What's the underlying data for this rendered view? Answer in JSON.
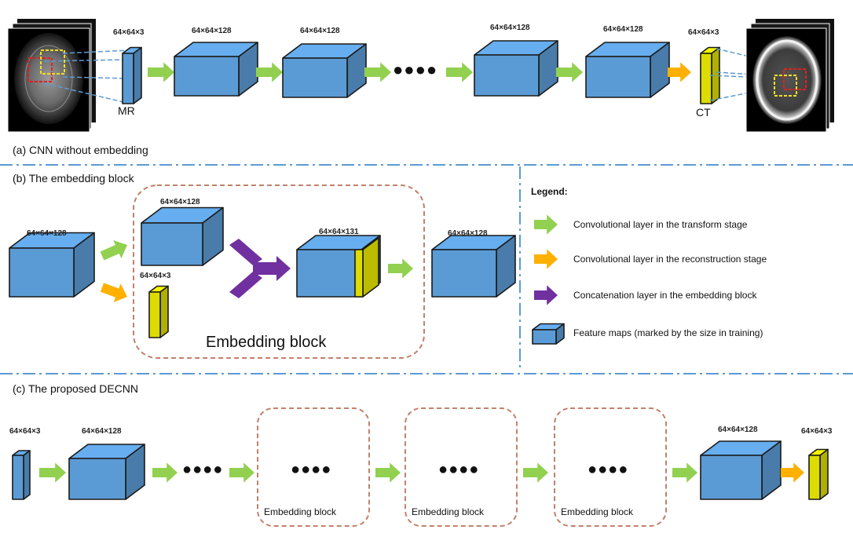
{
  "sections": {
    "a_title": "(a) CNN without embedding",
    "b_title": "(b) The embedding block",
    "c_title": "(c) The proposed DECNN"
  },
  "modalities": {
    "input": "MR",
    "output": "CT"
  },
  "sizes": {
    "s3": "64×64×3",
    "s128": "64×64×128",
    "s131": "64×64×131"
  },
  "embedding_block_label": "Embedding block",
  "ellipsis": "●●●●",
  "legend": {
    "title": "Legend:",
    "items": [
      {
        "icon": "green-arrow-icon",
        "color": "#92D050",
        "label": "Convolutional layer in the transform stage"
      },
      {
        "icon": "orange-arrow-icon",
        "color": "#FFB000",
        "label": "Convolutional layer in the reconstruction stage"
      },
      {
        "icon": "purple-arrow-icon",
        "color": "#7030A0",
        "label": "Concatenation layer in the embedding block"
      },
      {
        "icon": "cube-icon",
        "color": "#5B9BD5",
        "label": "Feature maps (marked by the size in training)"
      }
    ]
  },
  "colors": {
    "feature_map": "#5B9BD5",
    "yellow_map": "#DCDC00",
    "transform_arrow": "#92D050",
    "reconstruction_arrow": "#FFB000",
    "concat_arrow": "#7030A0",
    "divider": "#5B9BD5",
    "block_border": "#C0826A"
  }
}
